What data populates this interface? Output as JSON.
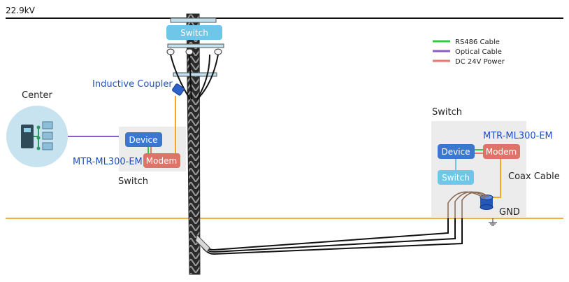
{
  "voltage_label": "22.9kV",
  "legend": {
    "items": [
      {
        "label": "RS486 Cable",
        "color": "#2ecc40"
      },
      {
        "label": "Optical Cable",
        "color": "#8a5cc7"
      },
      {
        "label": "DC 24V Power",
        "color": "#e57a6c"
      }
    ]
  },
  "pole": {
    "switch_label": "Switch",
    "coupler_label": "Inductive Coupler"
  },
  "center": {
    "title": "Center"
  },
  "left_unit": {
    "device_label": "Device",
    "modem_label": "Modem",
    "model_label": "MTR-ML300-EM",
    "caption": "Switch"
  },
  "right_unit": {
    "title": "Switch",
    "model_label": "MTR-ML300-EM",
    "device_label": "Device",
    "modem_label": "Modem",
    "switch_label": "Switch",
    "coax_label": "Coax Cable",
    "gnd_label": "GND"
  },
  "colors": {
    "device_blue": "#3a78d0",
    "modem_red": "#e07368",
    "switch_light": "#6ec6e8",
    "model_text": "#1f4fc4",
    "power_orange": "#f5a623",
    "panel_gray": "#ececec",
    "center_circle": "#c7e3ef"
  }
}
